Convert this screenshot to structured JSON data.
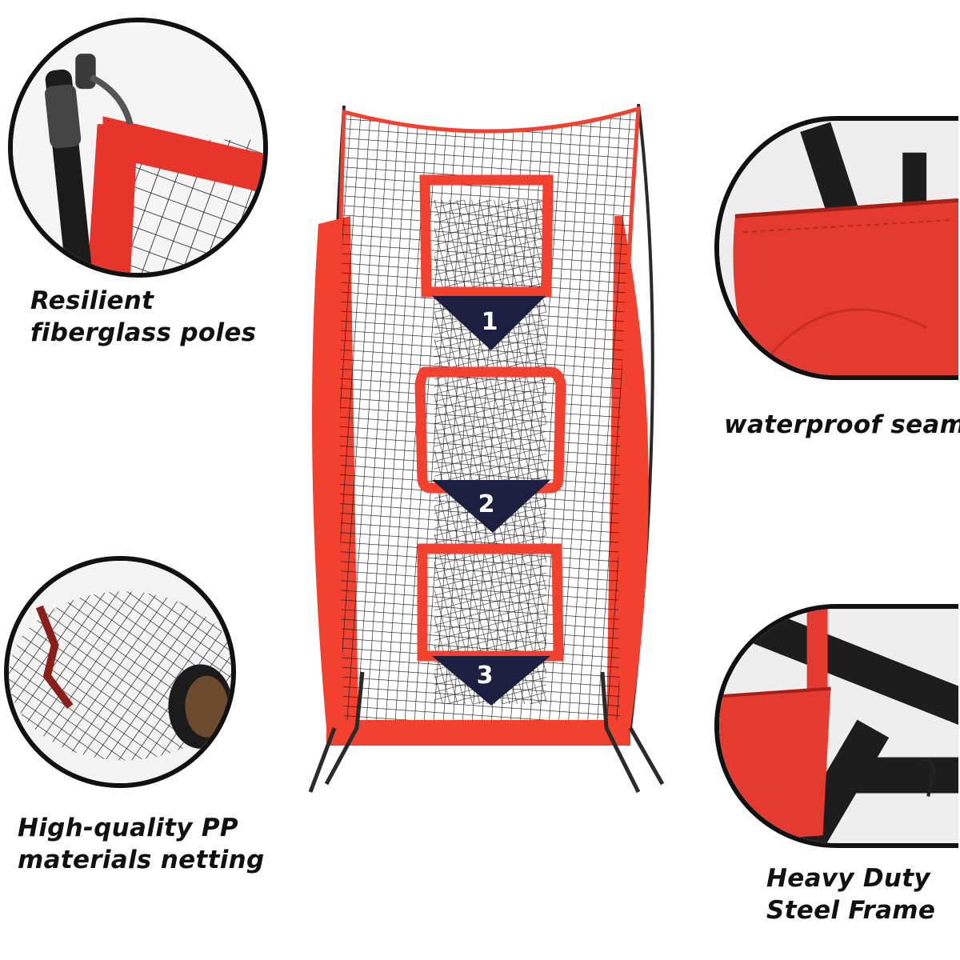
{
  "captions": {
    "top_left": {
      "line1": "Resilient",
      "line2": "fiberglass poles"
    },
    "top_right": {
      "line1": "waterproof seams"
    },
    "bottom_left": {
      "line1": "High-quality PP",
      "line2": "materials netting"
    },
    "bottom_right": {
      "line1": "Heavy Duty",
      "line2": "Steel Frame"
    }
  },
  "target_numbers": [
    "1",
    "2",
    "3"
  ],
  "colors": {
    "frame_red": "#f2412f",
    "navy_flap": "#1c1f3f",
    "pole": "#2a2a2a",
    "net": "#111111"
  }
}
